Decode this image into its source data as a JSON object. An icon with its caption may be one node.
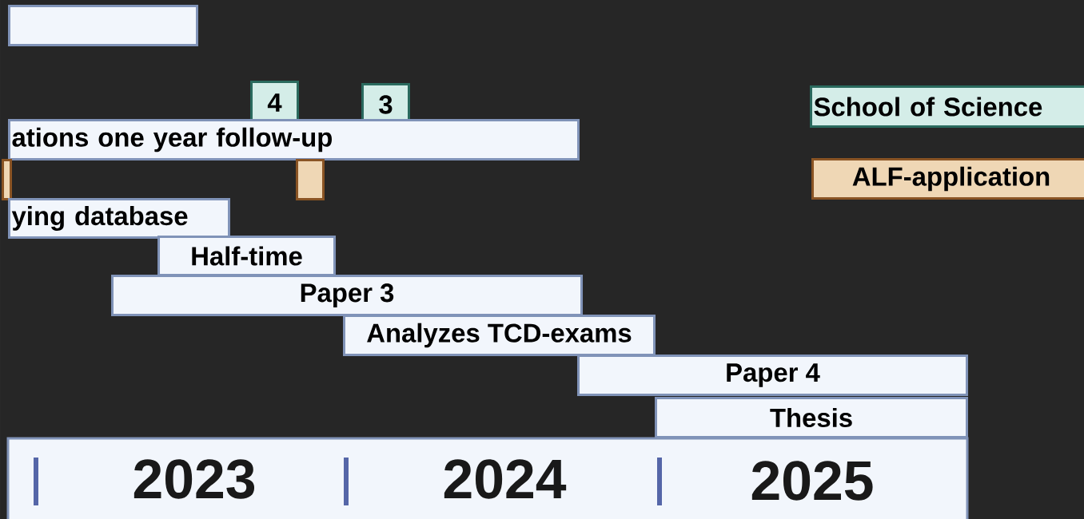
{
  "diagram": {
    "nodes": [
      {
        "text": [],
        "shape": "bar"
      },
      {
        "text": [
          "4"
        ]
      },
      {
        "text": [
          "3"
        ]
      },
      {
        "text": [
          "ations one year follow-up"
        ]
      },
      {
        "text": [],
        "shape": "bar"
      },
      {
        "text": [],
        "shape": "bar"
      },
      {
        "text": [
          "ying database"
        ]
      },
      {
        "text": [
          "Half-time"
        ]
      },
      {
        "text": [
          "Paper 3"
        ]
      },
      {
        "text": [
          "Analyzes TCD-exams"
        ]
      },
      {
        "text": [
          "Paper 4"
        ]
      },
      {
        "text": [
          "Thesis"
        ]
      },
      {
        "text": [
          "School of Science"
        ]
      },
      {
        "text": [
          "ALF-application"
        ]
      }
    ],
    "labels": [
      "2023",
      "2024",
      "2025"
    ]
  }
}
